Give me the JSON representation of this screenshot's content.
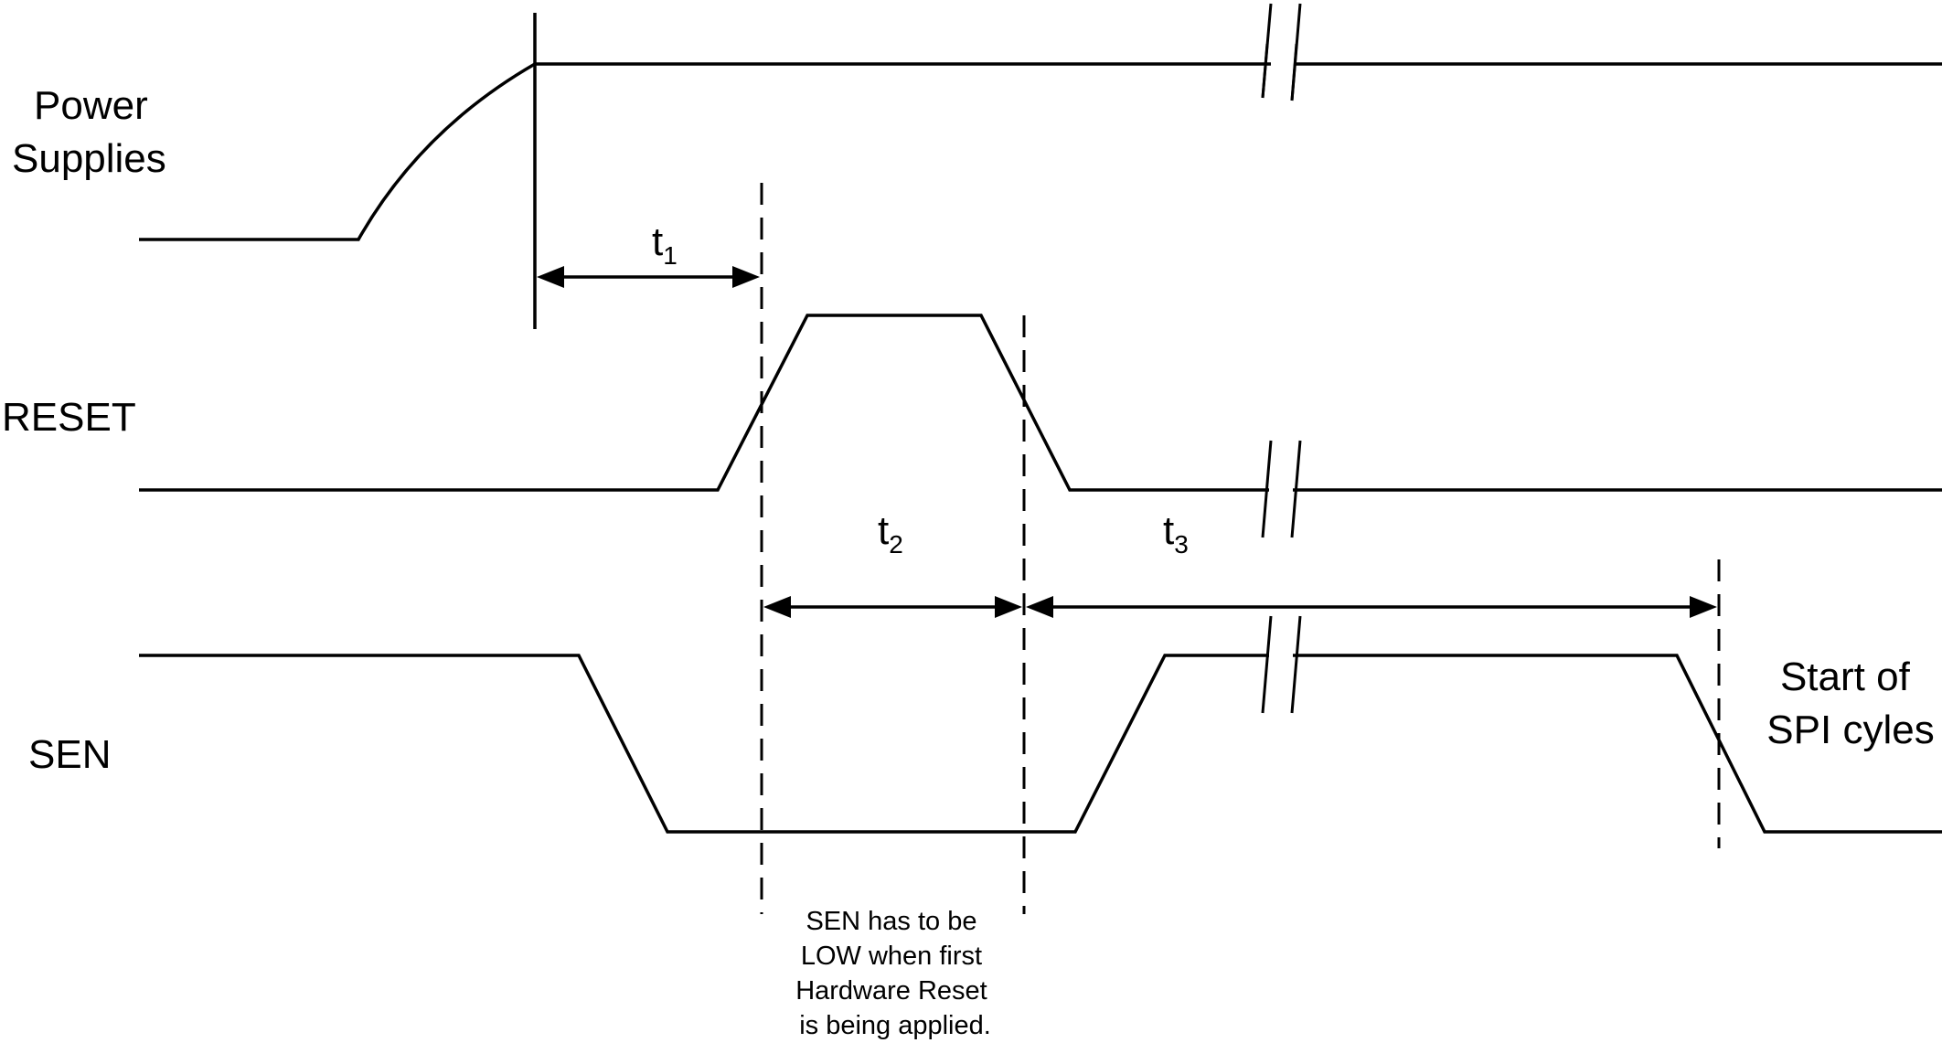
{
  "signals": {
    "power": [
      "Power",
      "Supplies"
    ],
    "reset": "RESET",
    "sen": "SEN"
  },
  "timing": {
    "t1": {
      "base": "t",
      "sub": "1"
    },
    "t2": {
      "base": "t",
      "sub": "2"
    },
    "t3": {
      "base": "t",
      "sub": "3"
    }
  },
  "annotations": {
    "spi_start": [
      "Start of",
      "SPI cyles"
    ],
    "sen_note": [
      "SEN has to be",
      "LOW when first",
      "Hardware Reset",
      "is being applied."
    ]
  }
}
